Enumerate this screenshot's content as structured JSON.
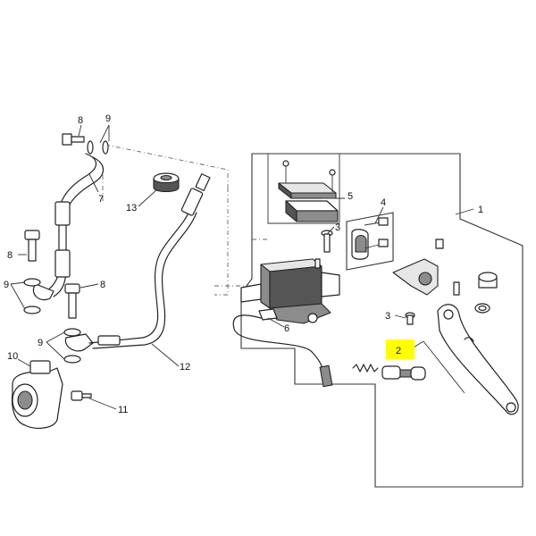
{
  "callouts": {
    "c1": "1",
    "c2": "2",
    "c3a": "3",
    "c3b": "3",
    "c4": "4",
    "c5": "5",
    "c6": "6",
    "c7": "7",
    "c8a": "8",
    "c8b": "8",
    "c8c": "8",
    "c9a": "9",
    "c9b": "9",
    "c9c": "9",
    "c10": "10",
    "c11": "11",
    "c12": "12",
    "c13": "13"
  },
  "highlight_color": "#ffff00"
}
